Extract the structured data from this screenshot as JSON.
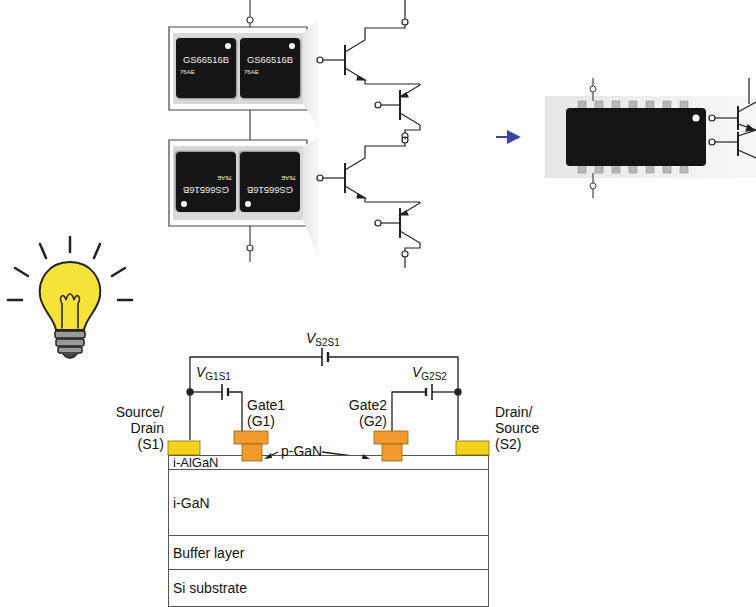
{
  "diagram": {
    "nodes": [
      {
        "text": [
          "GS66516B",
          "76AE"
        ]
      },
      {
        "text": [
          "GS66516B",
          "76AE"
        ]
      },
      {
        "text": [
          "GS66516B",
          "76AE"
        ]
      },
      {
        "text": [
          "GS66516B",
          "76AE"
        ]
      },
      {
        "text": [
          "i-AlGaN"
        ]
      },
      {
        "text": [
          "i-GaN"
        ]
      },
      {
        "text": [
          "Buffer layer"
        ]
      },
      {
        "text": [
          "Si substrate"
        ]
      }
    ],
    "labels": [
      "VS2S1",
      "VG1S1",
      "VG2S2",
      "Gate1 (G1)",
      "Gate2 (G2)",
      "Source/ Drain (S1)",
      "Drain/ Source (S2)",
      "p-GaN"
    ]
  }
}
